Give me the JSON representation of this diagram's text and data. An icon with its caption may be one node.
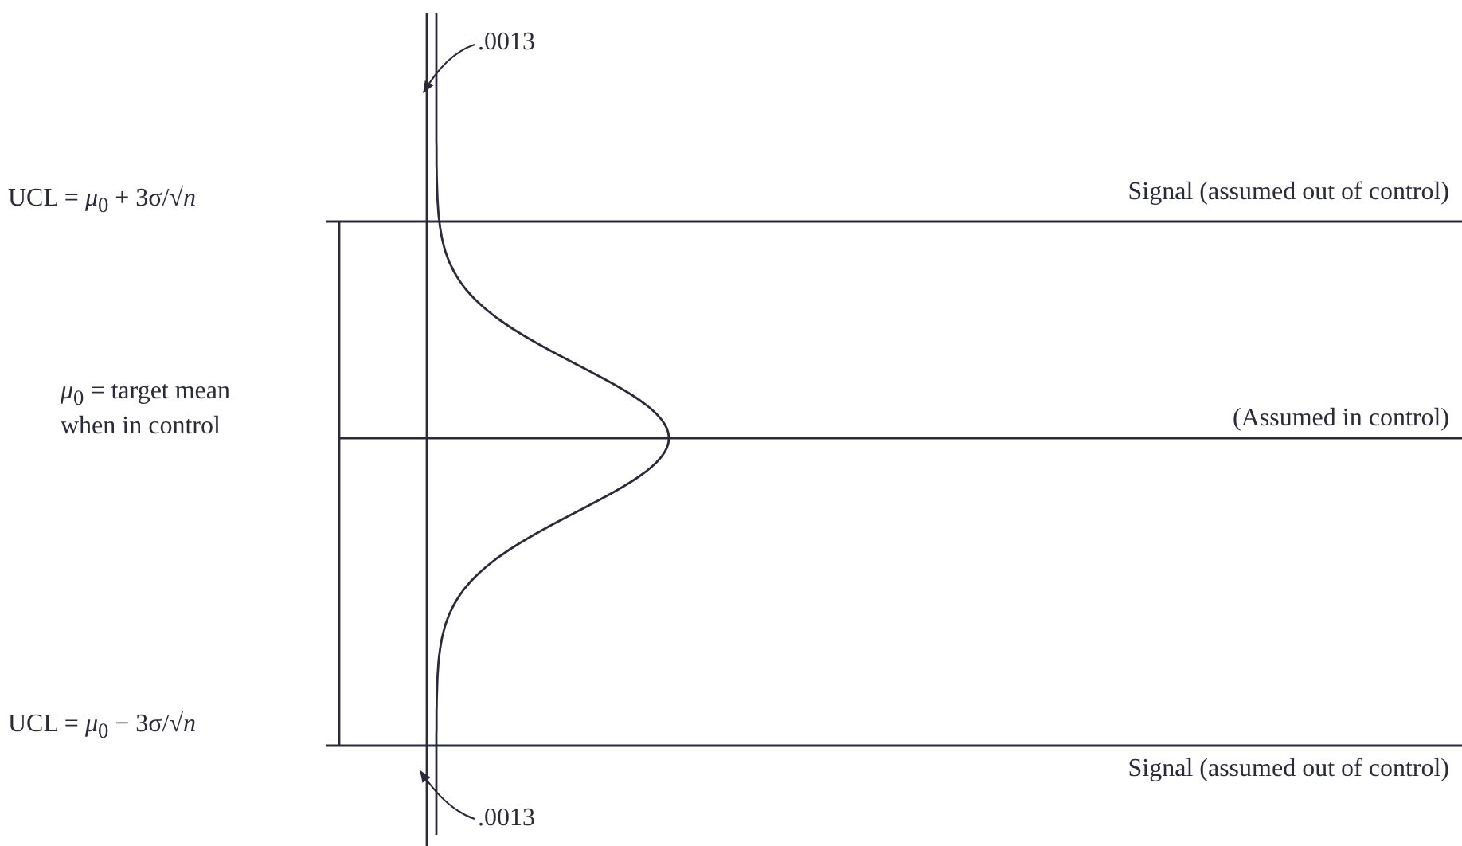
{
  "diagram": {
    "nodes": [
      {
        "text": [
          ".0013"
        ]
      },
      {
        "text": [
          ".0013"
        ]
      }
    ],
    "edges": [
      {
        "from": 0,
        "to": null,
        "arrow": "to"
      },
      {
        "from": 1,
        "to": null,
        "arrow": "to"
      }
    ],
    "labels": [
      "UCL = *μ*$_{0}$ + 3σ/√*n*",
      "Signal (assumed out of control)",
      "*μ*$_{0}$ = target mean when in control",
      "(Assumed in control)",
      "UCL = *μ*$_{0}$ − 3σ/√*n*",
      "Signal (assumed out of control)"
    ]
  }
}
